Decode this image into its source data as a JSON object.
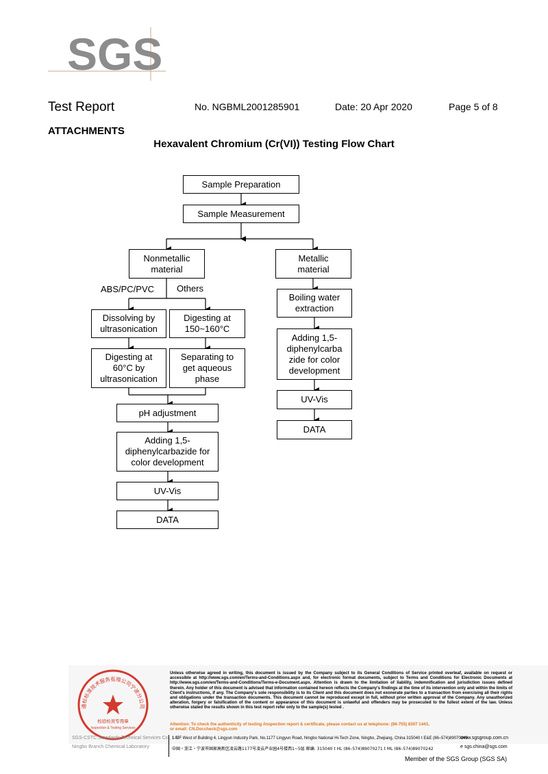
{
  "header": {
    "logo_text": "SGS",
    "title": "Test Report",
    "report_no": "No. NGBML2001285901",
    "date": "Date: 20 Apr 2020",
    "page": "Page 5 of 8"
  },
  "section": "ATTACHMENTS",
  "flow_title": "Hexavalent Chromium (Cr(VI)) Testing Flow Chart",
  "flow": {
    "sample_preparation": "Sample Preparation",
    "sample_measurement": "Sample Measurement",
    "nonmetallic_1": "Nonmetallic",
    "nonmetallic_2": "material",
    "metallic_1": "Metallic",
    "metallic_2": "material",
    "branch_abs": "ABS/PC/PVC",
    "branch_others": "Others",
    "dissolving_1": "Dissolving by",
    "dissolving_2": "ultrasonication",
    "digesting150_1": "Digesting at",
    "digesting150_2": "150~160°C",
    "digesting60_1": "Digesting at",
    "digesting60_2": "60°C by",
    "digesting60_3": "ultrasonication",
    "separating_1": "Separating to",
    "separating_2": "get aqueous",
    "separating_3": "phase",
    "ph": "pH adjustment",
    "adding_left_1": "Adding 1,5-",
    "adding_left_2": "diphenylcarbazide for",
    "adding_left_3": "color development",
    "uvvis_left": "UV-Vis",
    "data_left": "DATA",
    "boiling_1": "Boiling water",
    "boiling_2": "extraction",
    "adding_right_1": "Adding 1,5-",
    "adding_right_2": "diphenylcarba",
    "adding_right_3": "zide for color",
    "adding_right_4": "development",
    "uvvis_right": "UV-Vis",
    "data_right": "DATA"
  },
  "footer": {
    "disclaimer": "Unless otherwise agreed in writing, this document is issued by the Company subject to its General Conditions of Service printed overleaf, available on request or accessible at http://www.sgs.com/en/Terms-and-Conditions.aspx and, for electronic format documents, subject to Terms and Conditions for Electronic Documents at http://www.sgs.com/en/Terms-and-Conditions/Terms-e-Document.aspx. Attention is drawn to the limitation of liability, indemnification and jurisdiction issues defined therein. Any holder of this document is advised that information contained hereon reflects the Company's findings at the time of its intervention only and within the limits of Client's instructions, if any. The Company's sole responsibility is to its Client and this document does not exonerate parties to a transaction from exercising all their rights and obligations under the transaction documents. This document cannot be reproduced except in full, without prior written approval of the Company. Any unauthorized alteration, forgery or falsification of the content or appearance of this document is unlawful and offenders may be prosecuted to the fullest extent of the law. Unless otherwise stated the results shown in this test report refer only to the sample(s) tested .",
    "attention": "Attention: To check the authenticity of testing /inspection report & certificate, please contact us at telephone: (86-755) 8307 1443,",
    "email": "or email: CN.Doccheck@sgs.com",
    "lab_name": "SGS-CSTC Standards Technical Services Co., Ltd.",
    "lab_branch": "Ningbo Branch Chemical Laboratory",
    "addr_en": "1-5/F West of Building 4, Lingyun Industry Park, No.1177 Lingyun Road, Ningbo National Hi-Tech Zone, Ningbo, Zhejiang, China   315040   t E&E (86–574)89070249",
    "addr_cn": "中国・浙江・宁波市国家高新区凌云路1177号凌云产业园4号楼西1~5层    邮编: 315040   t HL  (86–574)89070271   t ML (86–574)89070242",
    "web": "www.sgsgroup.com.cn",
    "mail": "e  sgs.china@sgs.com",
    "member": "Member of the SGS Group (SGS SA)",
    "seal_top": "通标标准技术服务有限公司宁波分公司",
    "seal_mid": "检验检测专用章",
    "seal_bottom": "Inspection & Testing Services"
  }
}
